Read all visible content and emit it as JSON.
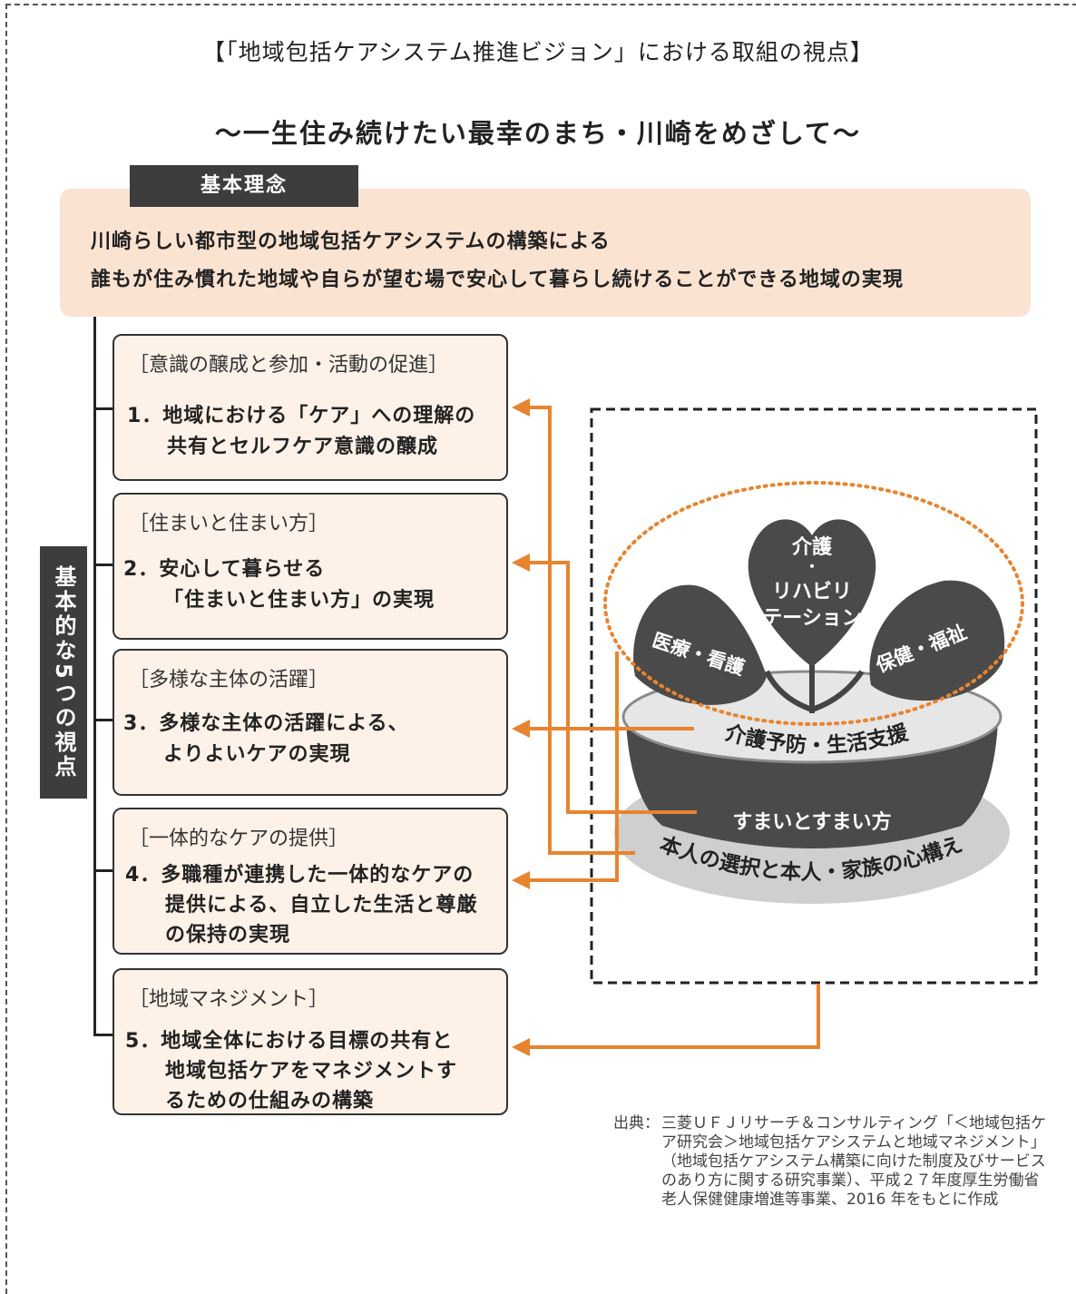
{
  "title": "【「地域包括ケアシステム推進ビジョン」における取組の視点】",
  "subtitle": "〜一生住み続けたい最幸のまち・川崎をめざして〜",
  "philosophy": {
    "label": "基本理念",
    "line1": "川崎らしい都市型の地域包括ケアシステムの構築による",
    "line2": "誰もが住み慣れた地域や自らが望む場で安心して暮らし続けることができる地域の実現"
  },
  "perspectives_label": "基本的な5つの視点",
  "perspectives": [
    {
      "category": "［意識の醸成と参加・活動の促進］",
      "line1": "1．地域における「ケア」への理解の",
      "line2": "共有とセルフケア意識の醸成",
      "line3": ""
    },
    {
      "category": "［住まいと住まい方］",
      "line1": "2．安心して暮らせる",
      "line2": "「住まいと住まい方」の実現",
      "line3": ""
    },
    {
      "category": "［多様な主体の活躍］",
      "line1": "3．多様な主体の活躍による、",
      "line2": "よりよいケアの実現",
      "line3": ""
    },
    {
      "category": "［一体的なケアの提供］",
      "line1": "4．多職種が連携した一体的なケアの",
      "line2": "提供による、自立した生活と尊厳",
      "line3": "の保持の実現"
    },
    {
      "category": "［地域マネジメント］",
      "line1": "5．地域全体における目標の共有と",
      "line2": "地域包括ケアをマネジメントす",
      "line3": "るための仕組みの構築"
    }
  ],
  "plant": {
    "leaf_center_top": "介護",
    "leaf_center_dot": "・",
    "leaf_center_mid": "リハビリ",
    "leaf_center_bottom": "テーション",
    "leaf_left": "医療・看護",
    "leaf_right": "保健・福祉",
    "soil": "介護予防・生活支援",
    "pot": "すまいとすまい方",
    "saucer": "本人の選択と本人・家族の心構え"
  },
  "source": {
    "lead": "出典：",
    "body": "三菱ＵＦＪリサーチ＆コンサルティング「＜地域包括ケア研究会＞地域包括ケアシステムと地域マネジメント」（地域包括ケアシステム構築に向けた制度及びサービスのあり方に関する研究事業）、平成２７年度厚生労働省老人保健健康増進等事業、2016 年をもとに作成"
  },
  "colors": {
    "accent_orange": "#e8842f",
    "dark": "#3d3d3d",
    "peach": "#fbe3d2",
    "box_fill": "#fdf1e8"
  }
}
